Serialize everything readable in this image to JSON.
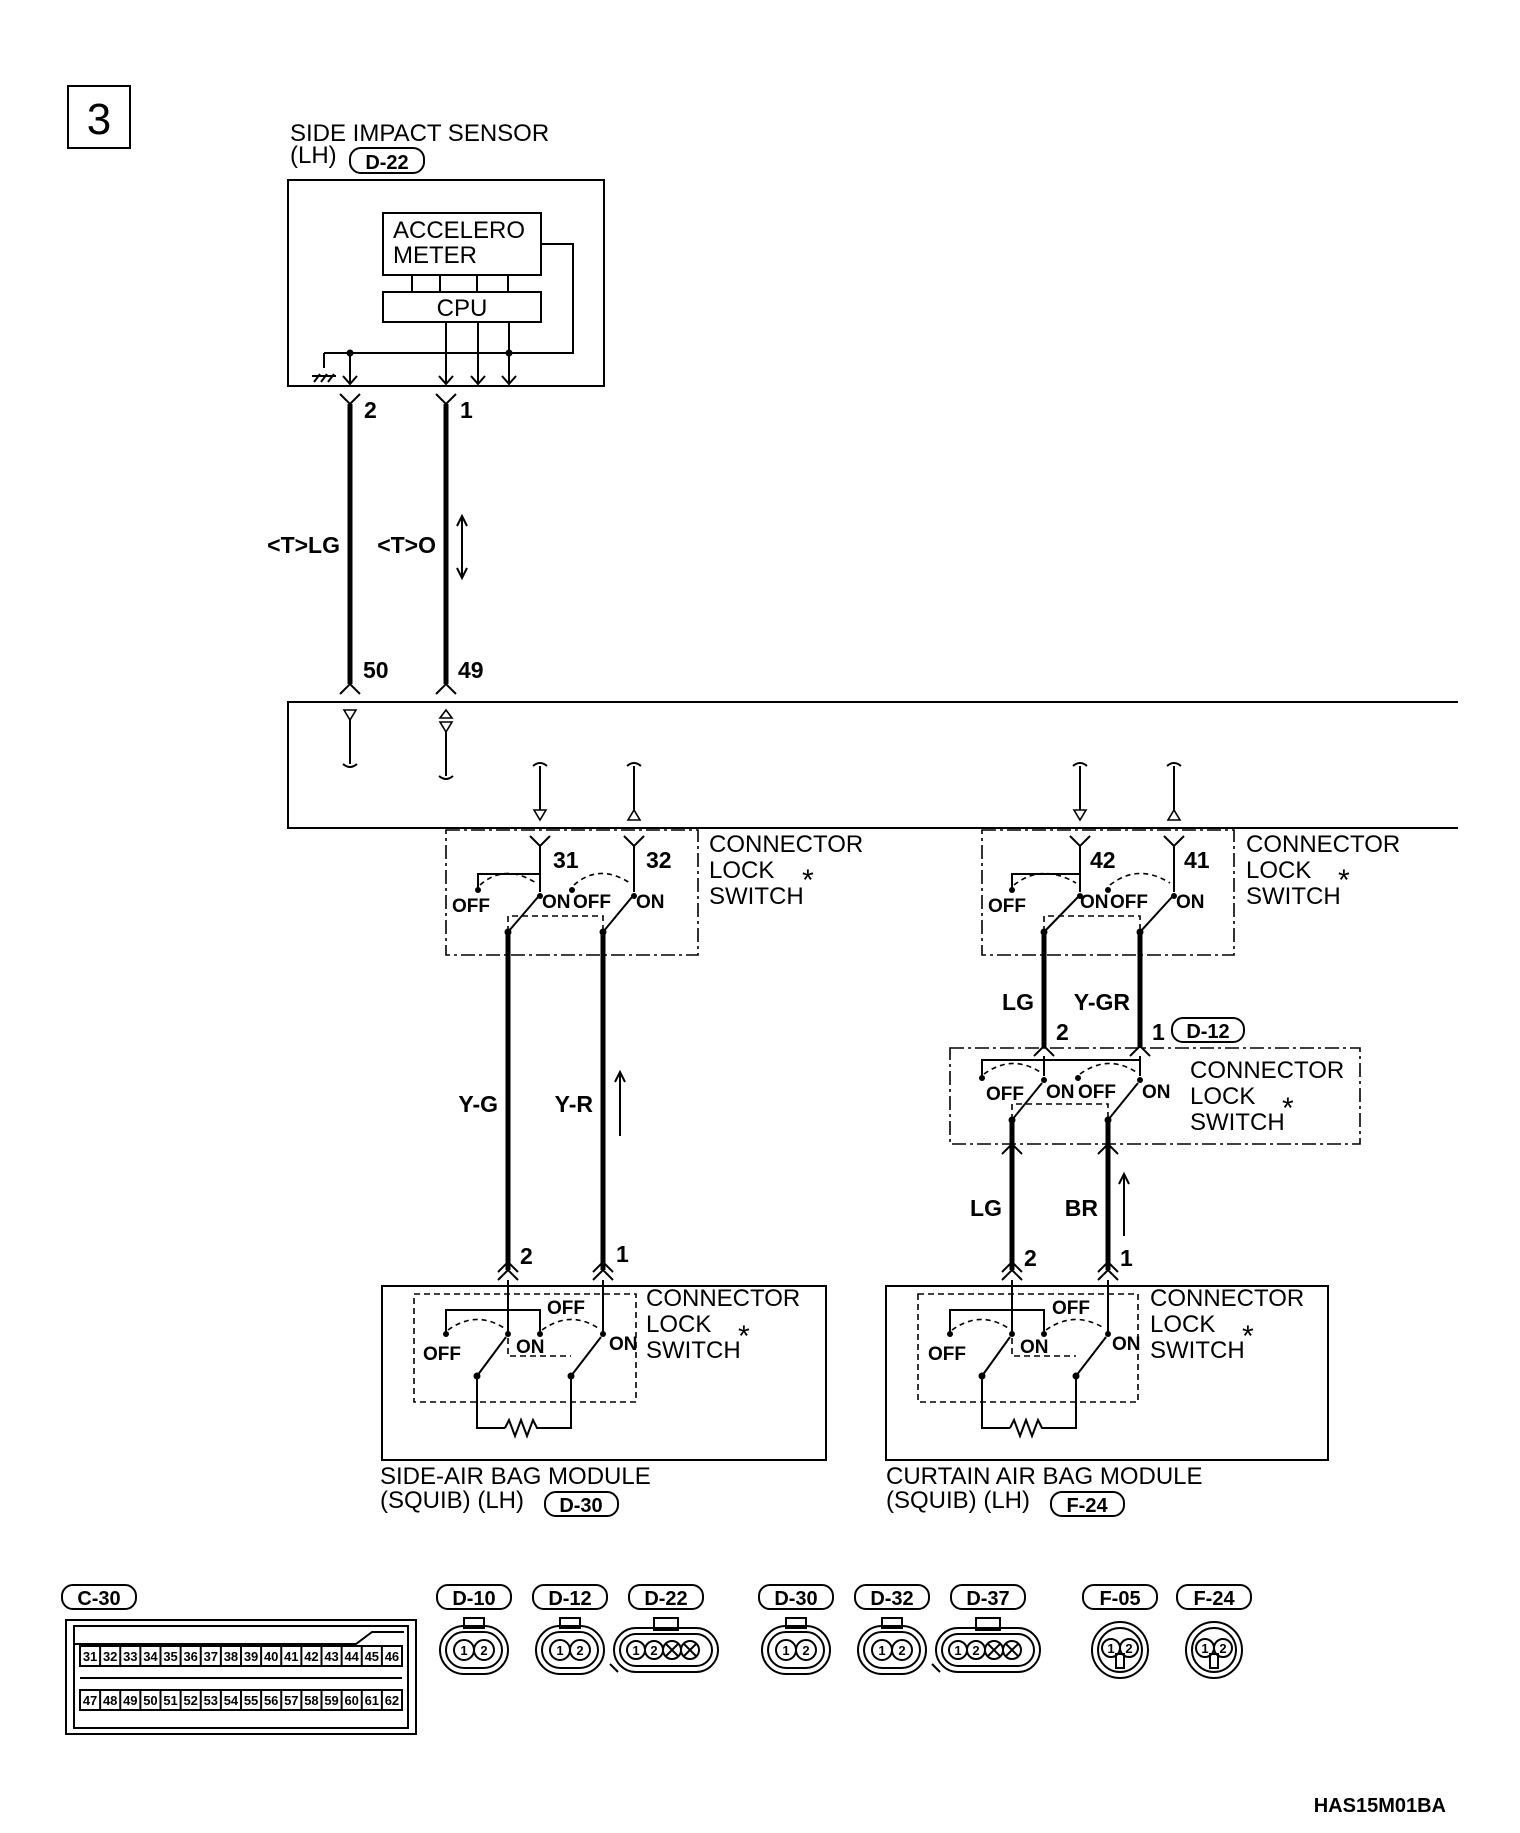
{
  "page": {
    "section_number": "3",
    "figure_code": "HAS15M01BA"
  },
  "colors": {
    "line": "#000000",
    "background": "#ffffff"
  },
  "side_impact_sensor": {
    "title": "SIDE IMPACT SENSOR",
    "side": "(LH)",
    "connector": "D-22",
    "accelerometer_line1": "ACCELERO",
    "accelerometer_line2": "METER",
    "cpu": "CPU",
    "pin_left": "2",
    "pin_right": "1"
  },
  "sensor_wires": {
    "left_label": "<T>LG",
    "right_label": "<T>O",
    "pin_left_bottom": "50",
    "pin_right_bottom": "49"
  },
  "connector_lock_switch": {
    "line1": "CONNECTOR",
    "line2": "LOCK",
    "line3": "SWITCH",
    "asterisk": "*",
    "off": "OFF",
    "on": "ON"
  },
  "side_switch": {
    "pin_left": "31",
    "pin_right": "32"
  },
  "curtain_switch": {
    "pin_left": "42",
    "pin_right": "41"
  },
  "side_wires": {
    "left_label": "Y-G",
    "right_label": "Y-R"
  },
  "curtain_upper_wires": {
    "left_label": "LG",
    "right_label": "Y-GR"
  },
  "d12_connector": {
    "pin_left": "2",
    "pin_right": "1",
    "connector": "D-12"
  },
  "curtain_lower_wires": {
    "left_label": "LG",
    "right_label": "BR"
  },
  "side_module": {
    "title": "SIDE-AIR BAG MODULE",
    "subtitle": "(SQUIB) (LH)",
    "connector": "D-30",
    "pin_left": "2",
    "pin_right": "1"
  },
  "curtain_module": {
    "title": "CURTAIN AIR BAG MODULE",
    "subtitle": "(SQUIB) (LH)",
    "connector": "F-24",
    "pin_left": "2",
    "pin_right": "1"
  },
  "connector_views": {
    "c30": {
      "label": "C-30",
      "row1": [
        "31",
        "32",
        "33",
        "34",
        "35",
        "36",
        "37",
        "38",
        "39",
        "40",
        "41",
        "42",
        "43",
        "44",
        "45",
        "46"
      ],
      "row2": [
        "47",
        "48",
        "49",
        "50",
        "51",
        "52",
        "53",
        "54",
        "55",
        "56",
        "57",
        "58",
        "59",
        "60",
        "61",
        "62"
      ]
    },
    "d10": {
      "label": "D-10",
      "pins": [
        "1",
        "2"
      ]
    },
    "d12": {
      "label": "D-12",
      "pins": [
        "1",
        "2"
      ]
    },
    "d22": {
      "label": "D-22",
      "pins": [
        "1",
        "2"
      ]
    },
    "d30": {
      "label": "D-30",
      "pins": [
        "1",
        "2"
      ]
    },
    "d32": {
      "label": "D-32",
      "pins": [
        "1",
        "2"
      ]
    },
    "d37": {
      "label": "D-37",
      "pins": [
        "1",
        "2"
      ]
    },
    "f05": {
      "label": "F-05",
      "pins": [
        "1",
        "2"
      ]
    },
    "f24": {
      "label": "F-24",
      "pins": [
        "1",
        "2"
      ]
    }
  }
}
